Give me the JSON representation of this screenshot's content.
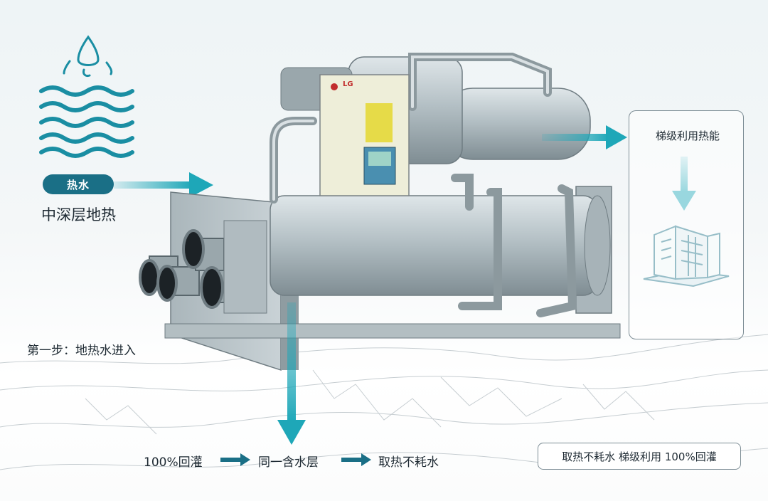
{
  "source": {
    "pill_label": "热水",
    "title": "中深层地热"
  },
  "step": {
    "label": "第一步：地热水进入"
  },
  "usage": {
    "title": "梯级利用热能"
  },
  "flow": {
    "items": [
      "100%回灌",
      "同一含水层",
      "取热不耗水"
    ]
  },
  "summary": {
    "text": "取热不耗水  梯级利用  100%回灌"
  },
  "unit": {
    "brand_logo": "LG"
  },
  "colors": {
    "accent_teal": "#1ea7b8",
    "dark_teal": "#1a6f86",
    "machine_gray": "#a9b6bb"
  },
  "icons": [
    "water-drops-icon",
    "water-waves-icon",
    "building-icon",
    "arrow-right-icon",
    "arrow-down-icon"
  ]
}
